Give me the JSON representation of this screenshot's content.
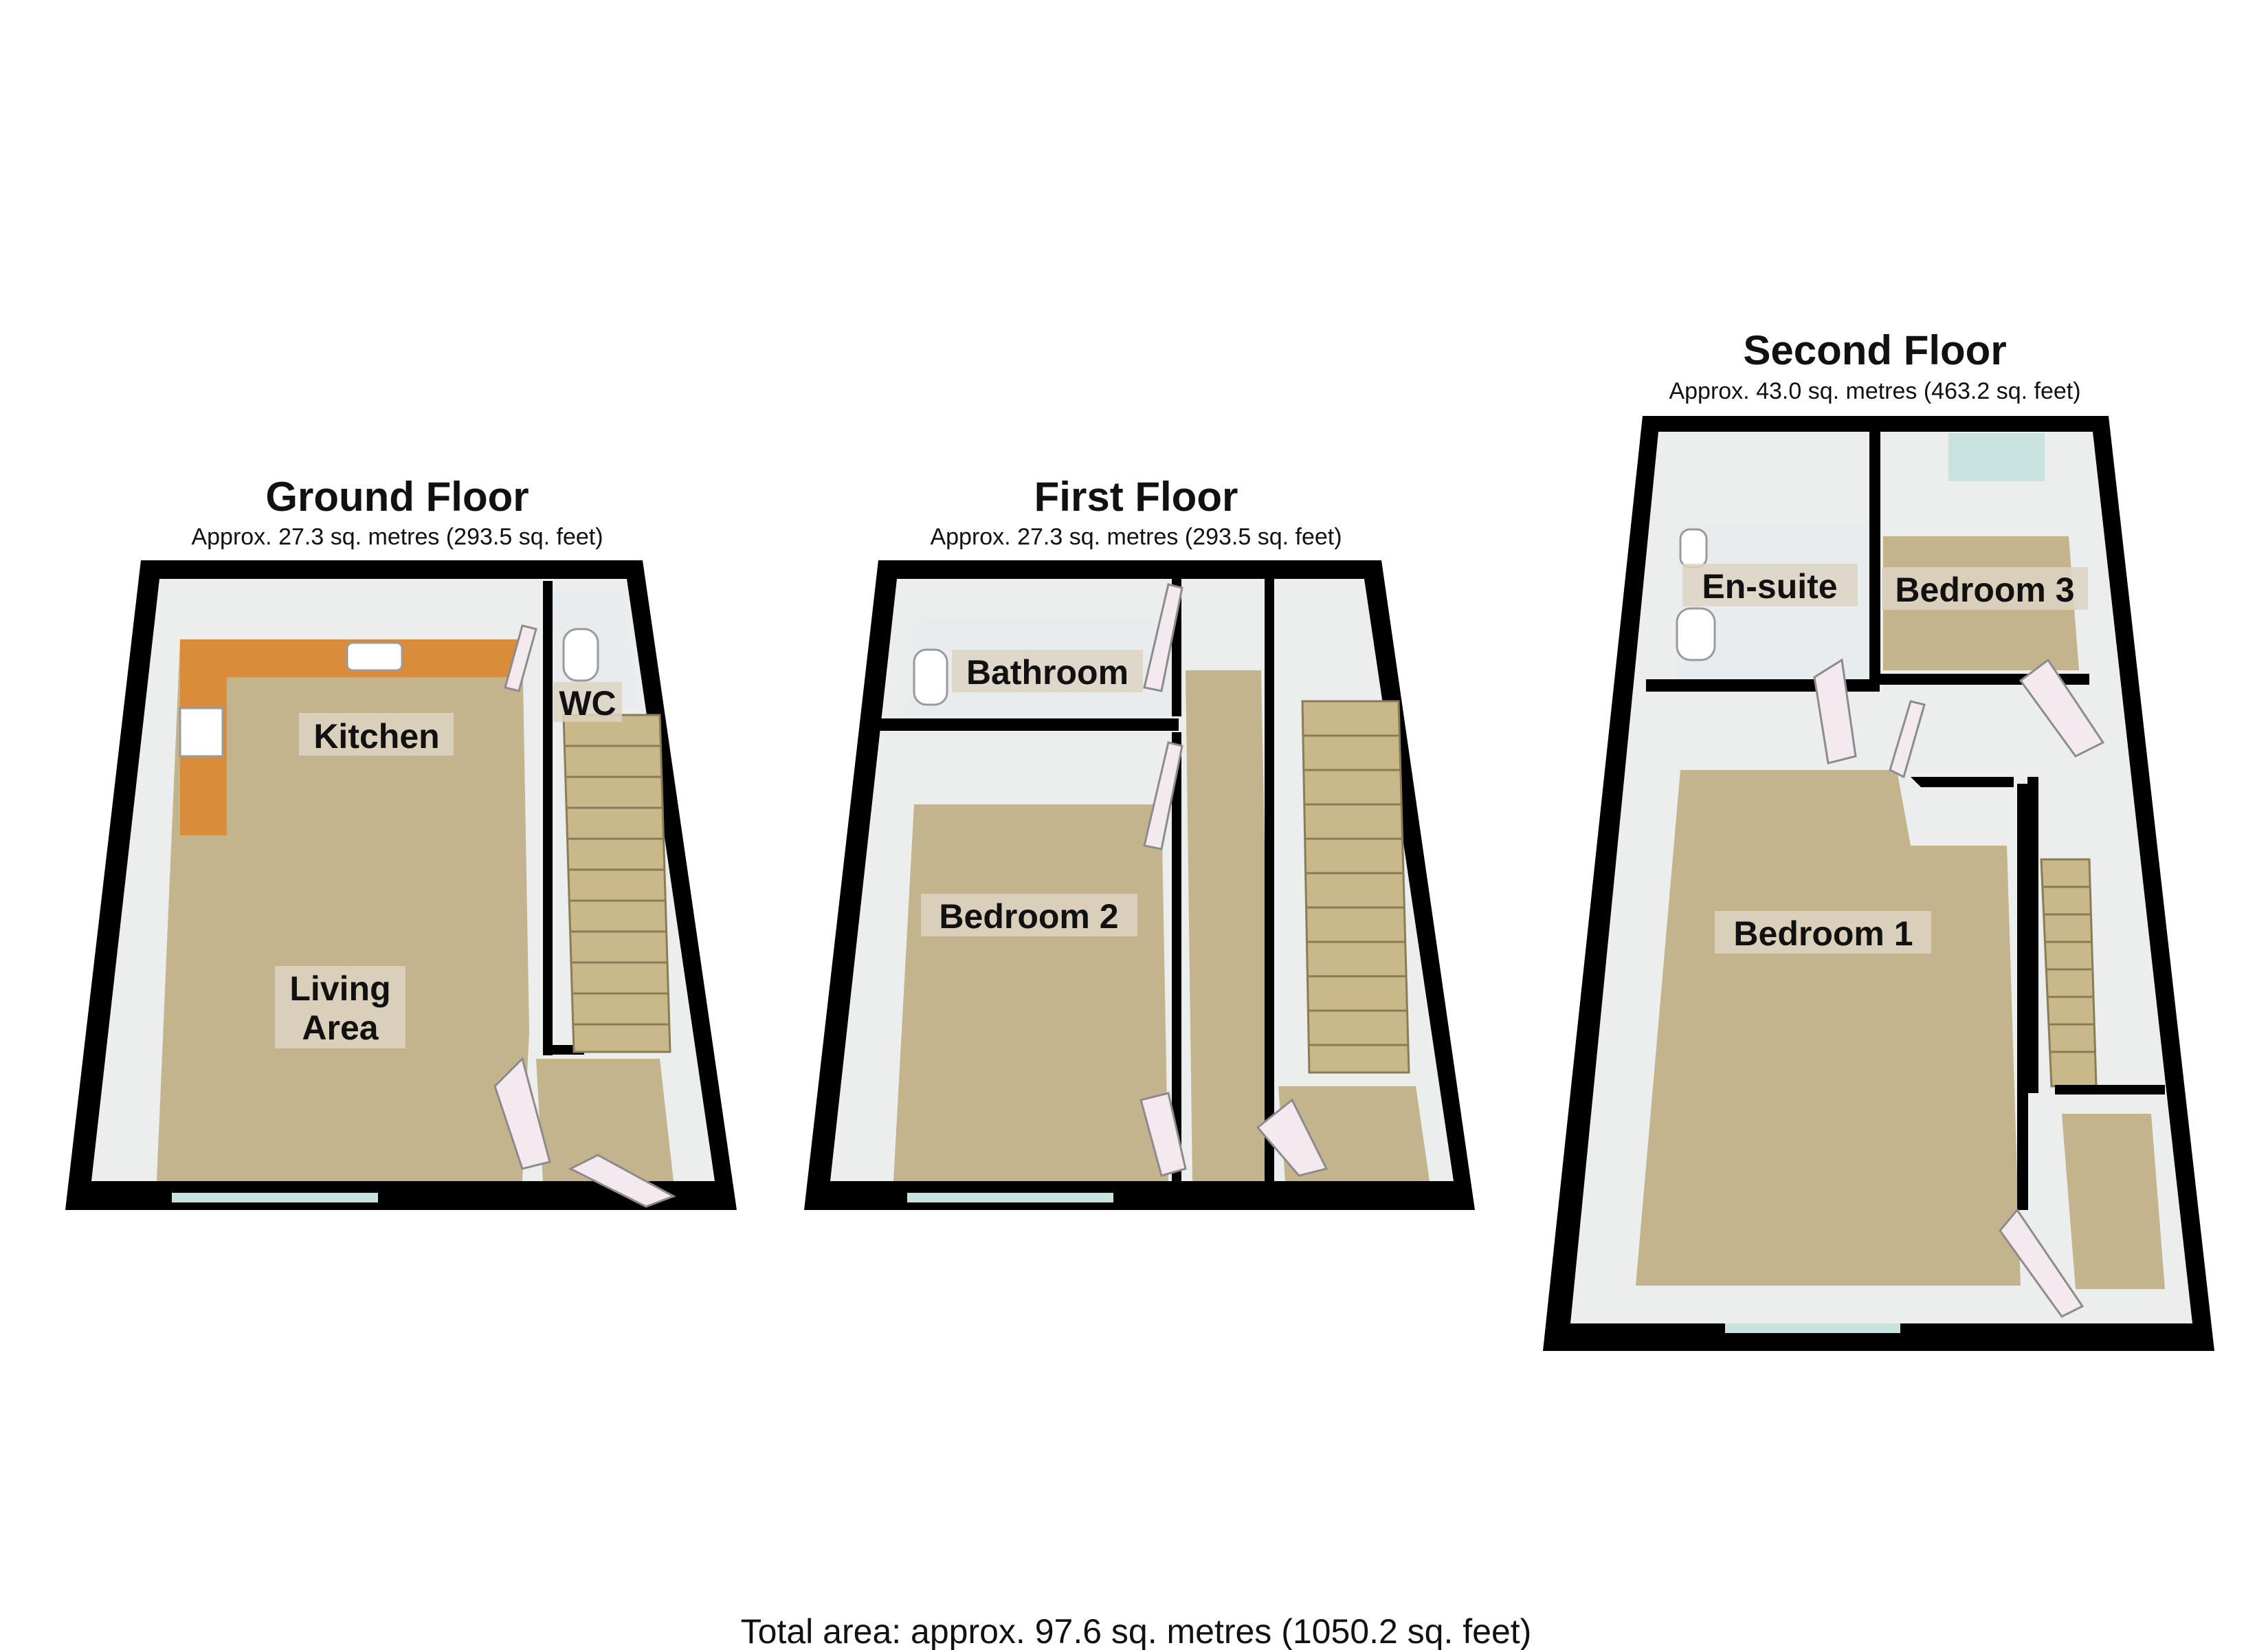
{
  "floors": [
    {
      "title": "Ground Floor",
      "area": "Approx. 27.3 sq. metres (293.5 sq. feet)",
      "rooms": [
        "Kitchen",
        "WC",
        "Living",
        "Area"
      ]
    },
    {
      "title": "First Floor",
      "area": "Approx. 27.3 sq. metres (293.5 sq. feet)",
      "rooms": [
        "Bathroom",
        "Bedroom 2"
      ]
    },
    {
      "title": "Second Floor",
      "area": "Approx. 43.0 sq. metres (463.2 sq. feet)",
      "rooms": [
        "En-suite",
        "Bedroom 3",
        "Bedroom 1"
      ]
    }
  ],
  "total_area": "Total area: approx. 97.6 sq. metres (1050.2 sq. feet)",
  "colors": {
    "wall": "#000000",
    "floor_carpet": "#c4b48e",
    "wall_face": "#eceded",
    "kitchen_counter": "#d98c3a",
    "window": "#c8e2e0"
  }
}
